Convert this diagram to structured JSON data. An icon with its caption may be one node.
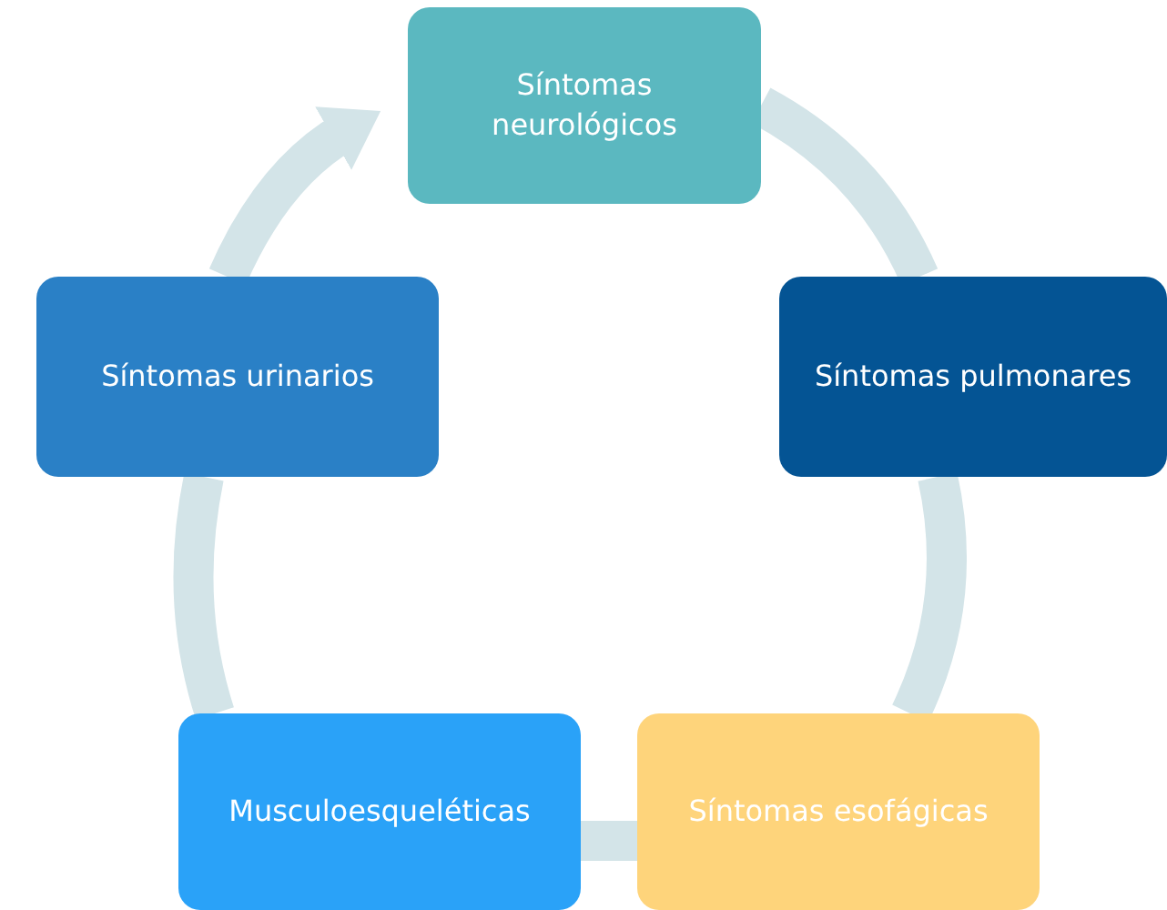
{
  "diagram": {
    "nodes": [
      {
        "text": [
          "Síntomas neurológicos"
        ]
      },
      {
        "text": [
          "Síntomas pulmonares"
        ]
      },
      {
        "text": [
          "Síntomas esofágicas"
        ]
      },
      {
        "text": [
          "Musculoesqueléticas"
        ]
      },
      {
        "text": [
          "Síntomas urinarios"
        ]
      }
    ],
    "edges": [
      {
        "from": 0,
        "to": 1,
        "arrow": "none"
      },
      {
        "from": 1,
        "to": 2,
        "arrow": "none"
      },
      {
        "from": 2,
        "to": 3,
        "arrow": "none"
      },
      {
        "from": 3,
        "to": 4,
        "arrow": "none"
      },
      {
        "from": 4,
        "to": 0,
        "arrow": "to"
      }
    ]
  }
}
